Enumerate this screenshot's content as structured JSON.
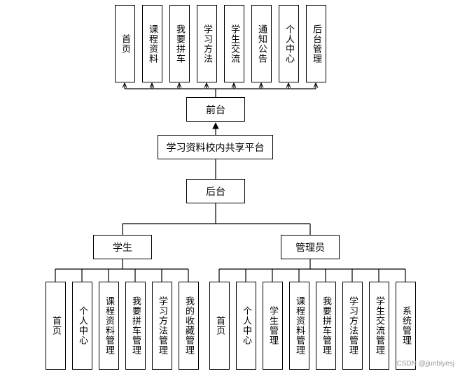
{
  "diagram": {
    "root": "学习资料校内共享平台",
    "frontend": {
      "label": "前台",
      "modules": [
        "首页",
        "课程资料",
        "我要拼车",
        "学习方法",
        "学生交流",
        "通知公告",
        "个人中心",
        "后台管理"
      ]
    },
    "backend": {
      "label": "后台",
      "student": {
        "label": "学生",
        "modules": [
          "首页",
          "个人中心",
          "课程资料管理",
          "我要拼车管理",
          "学习方法管理",
          "我的收藏管理"
        ]
      },
      "admin": {
        "label": "管理员",
        "modules": [
          "首页",
          "个人中心",
          "学生管理",
          "课程资料管理",
          "我要拼车管理",
          "学习方法管理",
          "学生交流管理",
          "系统管理"
        ]
      }
    }
  },
  "watermark": "CSDN @jjunbiyesj"
}
